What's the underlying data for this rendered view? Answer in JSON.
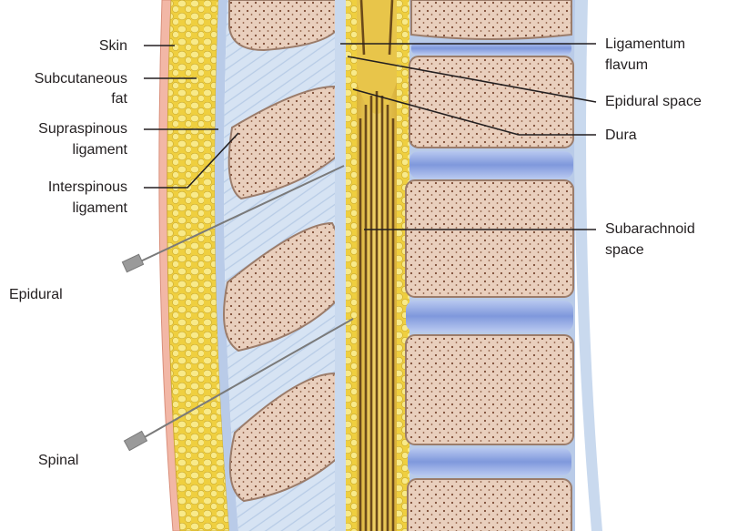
{
  "labels": {
    "skin": "Skin",
    "subcutaneous_fat_1": "Subcutaneous",
    "subcutaneous_fat_2": "fat",
    "supraspinous_1": "Supraspinous",
    "supraspinous_2": "ligament",
    "interspinous_1": "Interspinous",
    "interspinous_2": "ligament",
    "epidural": "Epidural",
    "spinal": "Spinal",
    "ligamentum_flavum_1": "Ligamentum",
    "ligamentum_flavum_2": "flavum",
    "epidural_space": "Epidural space",
    "dura": "Dura",
    "subarachnoid_1": "Subarachnoid",
    "subarachnoid_2": "space"
  },
  "colors": {
    "skin": "#f2b7a6",
    "fat": "#f3d64a",
    "ligament": "#c9d9ee",
    "bone": "#ecd3c2",
    "bone_edge": "#9b7c6a",
    "bone_dots": "#7b4a33",
    "disc": "#8fa6e0",
    "cord_dark": "#6b4a1a",
    "cord_light": "#e9c64a",
    "leader_line": "#231f20"
  }
}
